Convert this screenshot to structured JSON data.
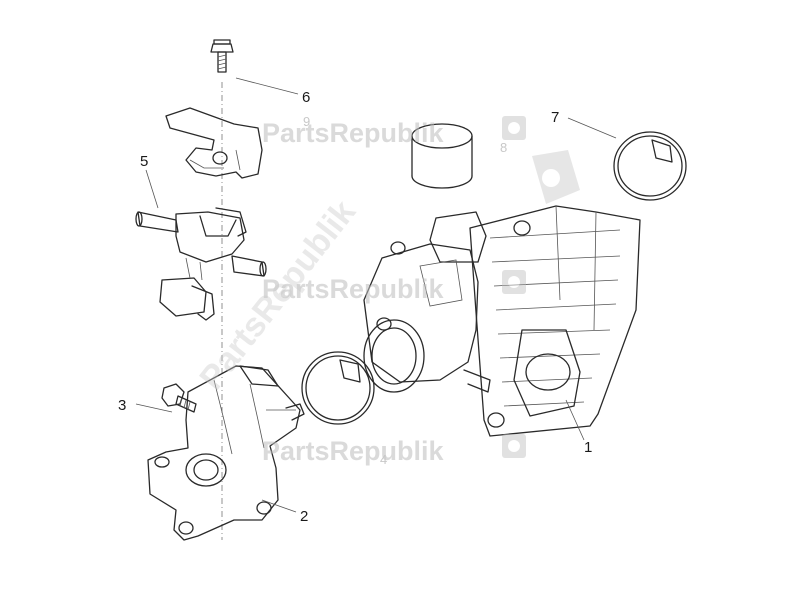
{
  "watermark": {
    "text": "PartsRepublik"
  },
  "callouts": [
    {
      "id": "1",
      "label": "1"
    },
    {
      "id": "2",
      "label": "2"
    },
    {
      "id": "3",
      "label": "3"
    },
    {
      "id": "5",
      "label": "5"
    },
    {
      "id": "6",
      "label": "6"
    },
    {
      "id": "7",
      "label": "7"
    }
  ],
  "faint_callouts": [
    {
      "id": "4",
      "label": "4"
    },
    {
      "id": "8",
      "label": "8"
    },
    {
      "id": "9",
      "label": "9"
    }
  ],
  "colors": {
    "line_art": "#2a2a2a",
    "watermark": "#bdbdbd",
    "background": "#ffffff"
  }
}
